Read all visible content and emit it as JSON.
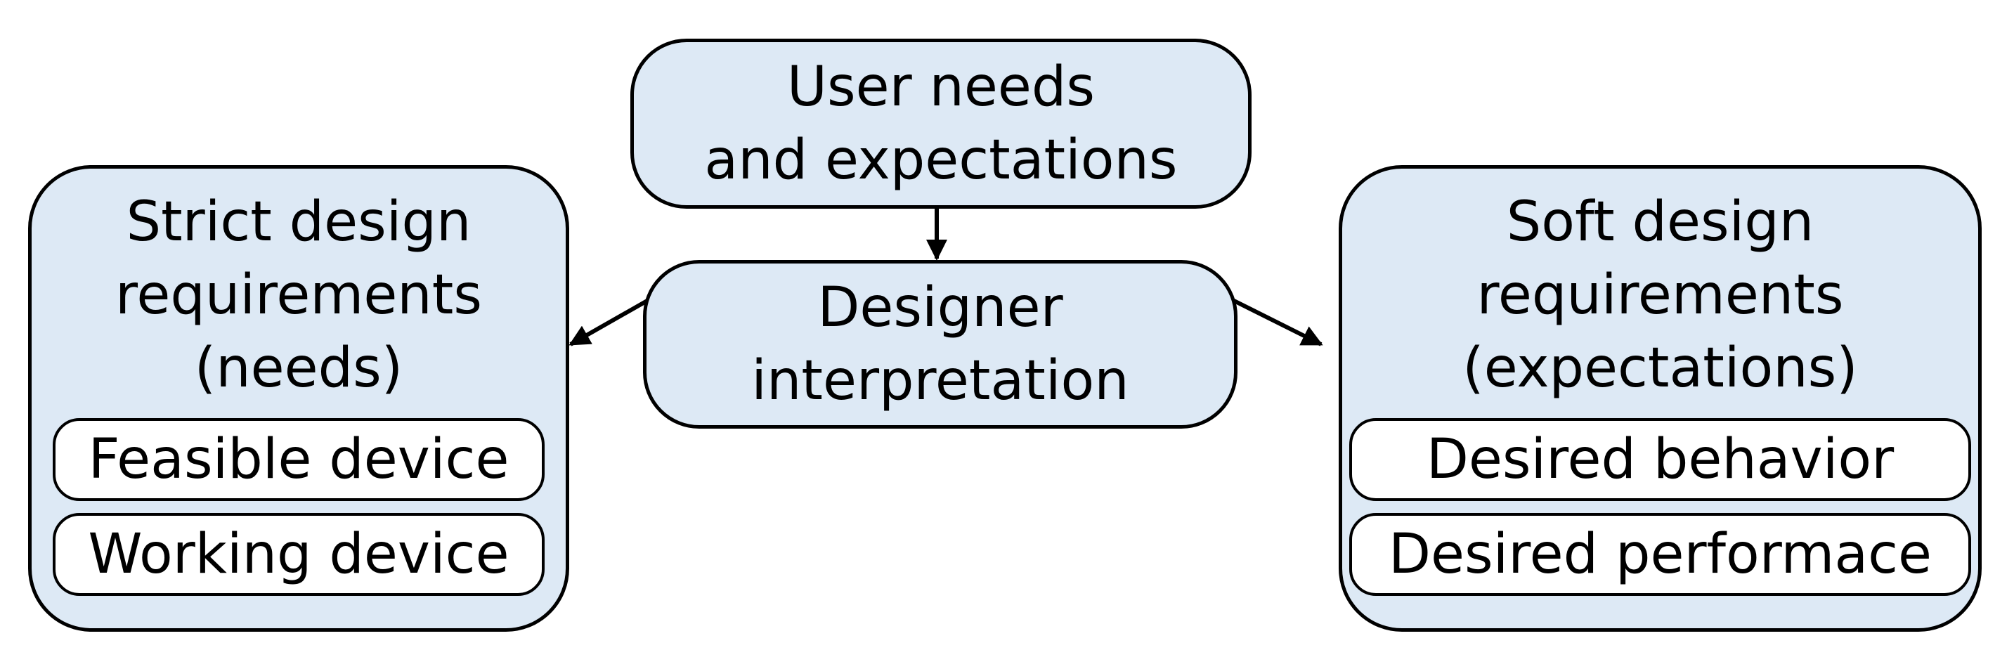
{
  "diagram": {
    "user_needs": {
      "line1": "User needs",
      "line2": "and expectations"
    },
    "designer": {
      "line1": "Designer",
      "line2": "interpretation"
    },
    "strict": {
      "line1": "Strict design",
      "line2": "requirements",
      "line3": "(needs)",
      "items": [
        "Feasible device",
        "Working device"
      ]
    },
    "soft": {
      "line1": "Soft design",
      "line2": "requirements",
      "line3": "(expectations)",
      "items": [
        "Desired behavior",
        "Desired performace"
      ]
    },
    "colors": {
      "node_fill": "#dde9f5",
      "item_fill": "#ffffff",
      "stroke": "#000000"
    }
  }
}
